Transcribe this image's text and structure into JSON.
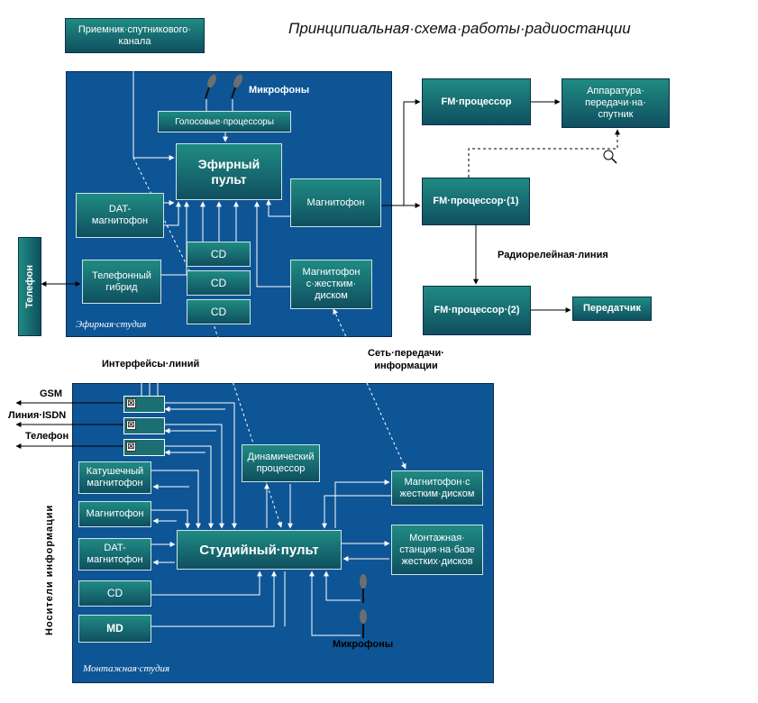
{
  "title": "Принципиальная·схема·работы·радиостанции",
  "satellite_receiver": "Приемник·спутникового·\nканала",
  "on_air_studio": {
    "caption": "Эфирная·студия",
    "microphones_label": "Микрофоны",
    "voice_processors": "Голосовые·процессоры",
    "on_air_console": "Эфирный\nпульт",
    "dat_recorder": "DAT-\nмагнитофон",
    "tape_recorder": "Магнитофон",
    "cd": [
      "CD",
      "CD",
      "CD"
    ],
    "telephone_hybrid": "Телефонный\nгибрид",
    "hdd_recorder": "Магнитофон\nс·жестким·\nдиском"
  },
  "telephone": "Телефон",
  "fm_processor": "FM·процессор",
  "uplink": "Аппаратура·\nпередачи·на·\nспутник",
  "fm_processor_1": "FM·процессор·(1)",
  "fm_processor_2": "FM·процессор·(2)",
  "transmitter": "Передатчик",
  "radio_relay": "Радиорелейная·линия",
  "network": "Сеть·передачи·\nинформации",
  "line_interfaces": "Интерфейсы·линий",
  "lines": [
    "GSM",
    "Линия·ISDN",
    "Телефон"
  ],
  "media_label": "Носители информации",
  "production_studio": {
    "caption": "Монтажная·студия",
    "reel_recorder": "Катушечный\nмагнитофон",
    "tape_recorder": "Магнитофон",
    "dat_recorder": "DAT-\nмагнитофон",
    "cd": "CD",
    "md": "MD",
    "dynamic_processor": "Динамический\nпроцессор",
    "studio_console": "Студийный·пульт",
    "hdd_recorder": "Магнитофон·с\nжестким·диском",
    "editing_station": "Монтажная·\nстанция·на·базе\nжестких·дисков",
    "microphones_label": "Микрофоны"
  },
  "colors": {
    "studio_bg": "#0e5596",
    "box_fill": "#176a70",
    "arrow": "#ffffff"
  }
}
